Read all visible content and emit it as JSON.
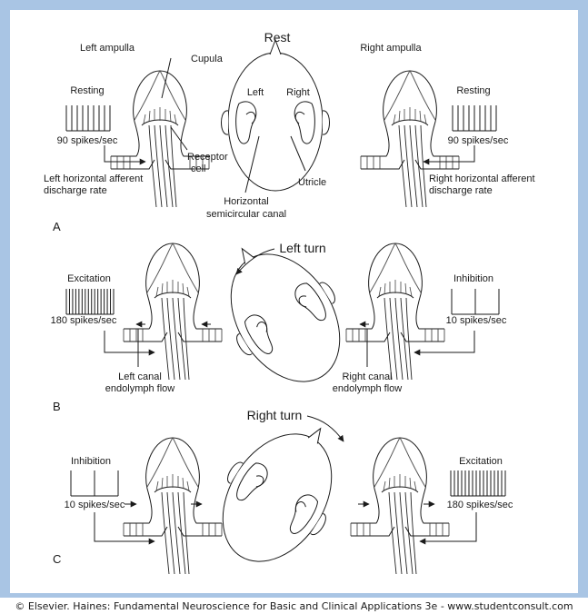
{
  "panels": {
    "a": {
      "section": "A",
      "title": "Rest",
      "left_ampulla": "Left ampulla",
      "right_ampulla": "Right ampulla",
      "cupula": "Cupula",
      "left_state": "Resting",
      "right_state": "Resting",
      "left_rate": "90 spikes/sec",
      "right_rate": "90 spikes/sec",
      "receptor_cell_1": "Receptor",
      "receptor_cell_2": "cell",
      "left_discharge_1": "Left horizontal afferent",
      "left_discharge_2": "discharge rate",
      "right_discharge_1": "Right horizontal afferent",
      "right_discharge_2": "discharge rate",
      "head_left": "Left",
      "head_right": "Right",
      "utricle": "Utricle",
      "canal_1": "Horizontal",
      "canal_2": "semicircular canal"
    },
    "b": {
      "section": "B",
      "title": "Left turn",
      "left_state": "Excitation",
      "left_rate": "180 spikes/sec",
      "right_state": "Inhibition",
      "right_rate": "10 spikes/sec",
      "left_flow_1": "Left canal",
      "left_flow_2": "endolymph flow",
      "right_flow_1": "Right canal",
      "right_flow_2": "endolymph flow"
    },
    "c": {
      "section": "C",
      "title": "Right turn",
      "left_state": "Inhibition",
      "left_rate": "10 spikes/sec",
      "right_state": "Excitation",
      "right_rate": "180 spikes/sec"
    }
  },
  "footer": "© Elsevier. Haines: Fundamental Neuroscience for Basic and Clinical Applications 3e - www.studentconsult.com",
  "colors": {
    "frame": "#a9c5e4",
    "ink": "#1a1a1a"
  }
}
